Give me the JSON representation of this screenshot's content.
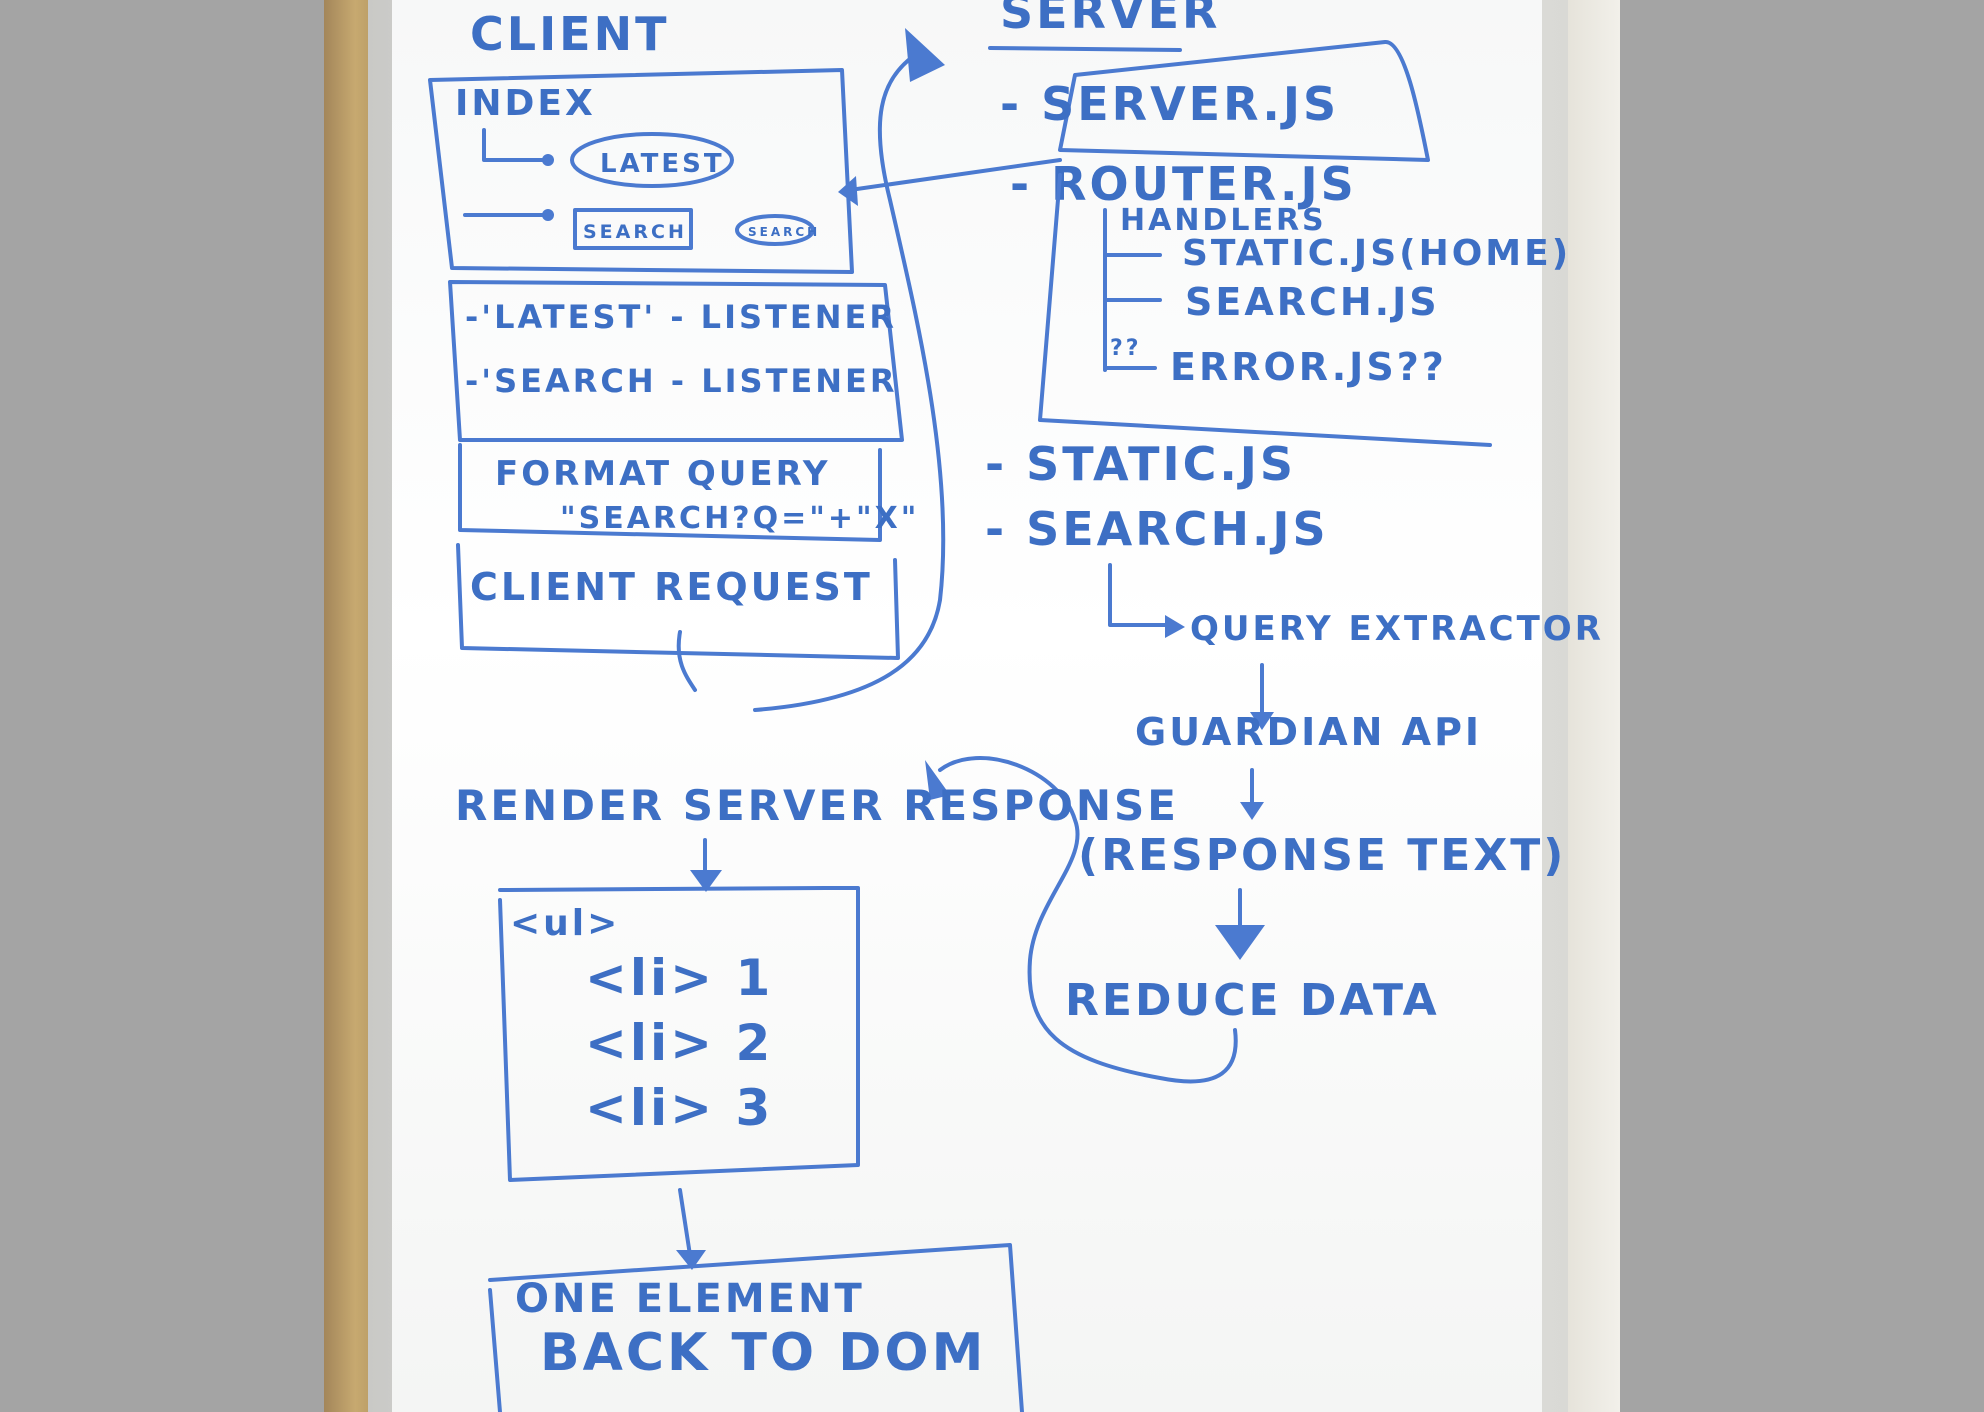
{
  "client": {
    "title": "CLIENT",
    "index_box": {
      "title": "INDEX",
      "latest": "LATEST",
      "search": "SEARCH",
      "search_button": "SEARCH"
    },
    "listeners": [
      "-'LATEST' - LISTENER",
      "-'SEARCH - LISTENER"
    ],
    "format_query": {
      "title": "FORMAT QUERY",
      "example": "\"SEARCH?Q=\"+\"X\""
    },
    "client_request": "CLIENT REQUEST"
  },
  "server": {
    "title": "SERVER",
    "server_js": "- SERVER.JS",
    "router": {
      "title": "- ROUTER.JS",
      "handlers_label": "HANDLERS",
      "handlers": [
        "STATIC.JS(HOME)",
        "SEARCH.JS",
        "ERROR.JS??"
      ],
      "unknown_mark": "??"
    },
    "static_js": "- STATIC.JS",
    "search_js": "- SEARCH.JS",
    "query_extractor": "QUERY EXTRACTOR",
    "guardian_api": "GUARDIAN API",
    "response_text": "(RESPONSE TEXT)",
    "reduce_data": "REDUCE DATA"
  },
  "render": {
    "title": "RENDER SERVER RESPONSE",
    "ul": "<ul>",
    "items": [
      "<li> 1",
      "<li> 2",
      "<li> 3"
    ],
    "dom": [
      "ONE ELEMENT",
      "BACK TO DOM"
    ]
  },
  "colors": {
    "ink": "#3d6fc4",
    "board": "#ffffff",
    "background": "#a4a4a4"
  }
}
